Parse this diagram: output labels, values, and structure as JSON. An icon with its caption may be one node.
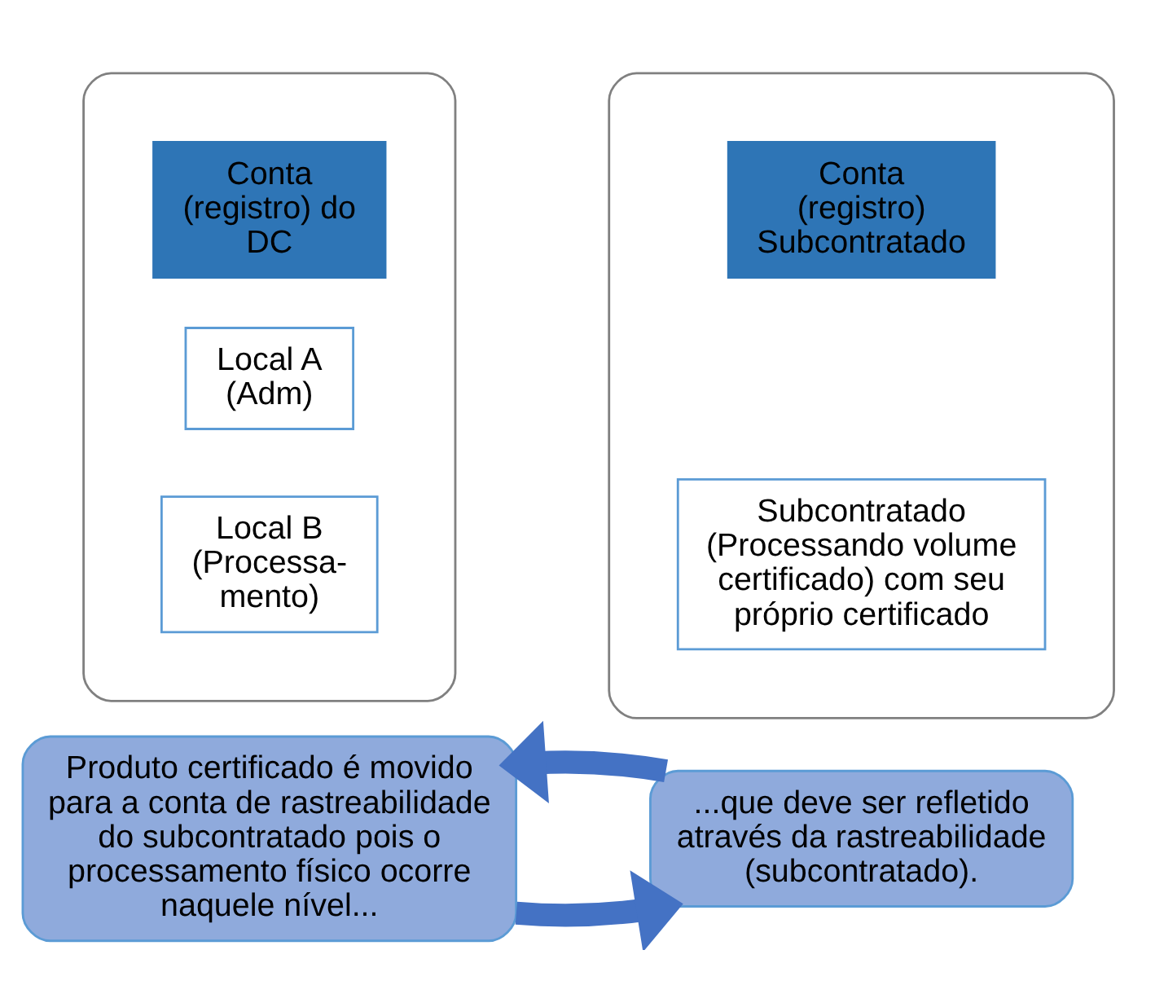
{
  "diagram": {
    "nodes": [
      {
        "text": [],
        "shape": "ellipse"
      },
      {
        "text": [
          "Conta (registro) do DC"
        ],
        "in": 0
      },
      {
        "text": [
          "Local A (Adm)"
        ],
        "in": 0
      },
      {
        "text": [
          "Local B (Processa- mento)"
        ],
        "in": 0
      },
      {
        "text": [],
        "shape": "ellipse"
      },
      {
        "text": [
          "Conta (registro) Subcontratado"
        ],
        "in": 4
      },
      {
        "text": [
          "Subcontratado (Processando volume certificado) com seu próprio certificado"
        ],
        "in": 4
      },
      {
        "text": [
          "Produto certificado é movido para a conta de rastreabilidade do subcontratado pois o processamento físico ocorre naquele nível..."
        ]
      },
      {
        "text": [
          "...que deve ser refletido através da rastreabilidade (subcontratado)."
        ]
      }
    ],
    "edges": [
      {
        "from": 7,
        "to": 8,
        "arrow": "to"
      },
      {
        "from": 8,
        "to": 7,
        "arrow": "to"
      }
    ]
  }
}
